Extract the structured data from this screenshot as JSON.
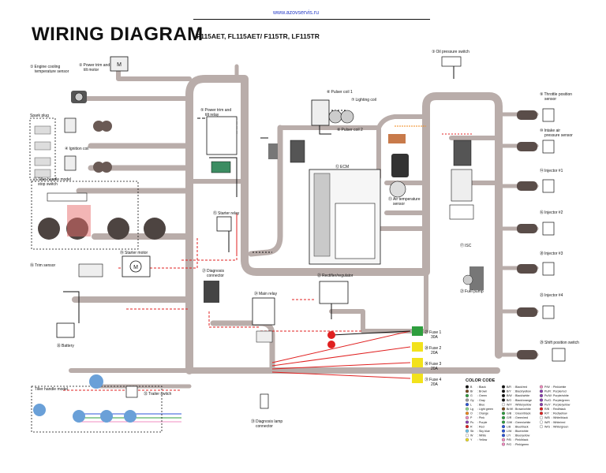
{
  "url": "www.azovservis.ru",
  "title": "WIRING DIAGRAM",
  "models": "F115AET, FL115AET/ F115TR, LF115TR",
  "components": {
    "engine_cooling": {
      "num": "①",
      "text": [
        "Engine cooling",
        "temperature sensor"
      ]
    },
    "trim_motor": {
      "num": "②",
      "text": [
        "Power trim and",
        "tilt motor"
      ]
    },
    "oil_pressure": {
      "num": "③",
      "text": [
        "Oil pressure switch"
      ]
    },
    "spark_plug": {
      "text": [
        "Spark plug"
      ]
    },
    "ignition_coil": {
      "num": "④",
      "text": [
        "Ignition coil"
      ]
    },
    "trim_relay": {
      "num": "⑤",
      "text": [
        "Power trim and",
        "tilt relay"
      ]
    },
    "pulser_coil1": {
      "num": "⑥",
      "text": [
        "Pulser coil 1"
      ]
    },
    "lighting_coil": {
      "num": "⑦",
      "text": [
        "Lighting coil"
      ]
    },
    "pulser_coil2": {
      "num": "⑧",
      "text": [
        "Pulser coil 2"
      ]
    },
    "throttle_sensor": {
      "num": "⑨",
      "text": [
        "Throttle position",
        "sensor"
      ]
    },
    "intake_sensor": {
      "num": "⑩",
      "text": [
        "Intake air",
        "pressure sensor"
      ]
    },
    "tiller_stop": {
      "num": "⑪",
      "text": [
        "Tiller handle model",
        "stop switch"
      ]
    },
    "ecm": {
      "num": "⑫",
      "text": [
        "ECM"
      ]
    },
    "air_temp": {
      "num": "⑬",
      "text": [
        "Air temperature",
        "sensor"
      ]
    },
    "injector1": {
      "num": "⑭",
      "text": [
        "Injector #1"
      ]
    },
    "starter_relay": {
      "num": "⑮",
      "text": [
        "Starter relay"
      ]
    },
    "injector2": {
      "num": "⑯",
      "text": [
        "Injector #2"
      ]
    },
    "isc": {
      "num": "⑰",
      "text": [
        "ISC"
      ]
    },
    "trim_sensor": {
      "num": "⑱",
      "text": [
        "Trim sensor"
      ]
    },
    "starter_motor": {
      "num": "⑲",
      "text": [
        "Starter motor"
      ]
    },
    "injector3": {
      "num": "⑳",
      "text": [
        "Injector #3"
      ]
    },
    "diagnosis_conn": {
      "num": "㉑",
      "text": [
        "Diagnosis",
        "connector"
      ]
    },
    "rectifier": {
      "num": "㉒",
      "text": [
        "Rectifier/regulator"
      ]
    },
    "fuel_pump": {
      "num": "㉓",
      "text": [
        "Fuel pump"
      ]
    },
    "main_relay": {
      "num": "㉔",
      "text": [
        "Main relay"
      ]
    },
    "injector4": {
      "num": "㉕",
      "text": [
        "Injector #4"
      ]
    },
    "battery": {
      "num": "㉖",
      "text": [
        "Battery"
      ]
    },
    "fuse1": {
      "num": "㉗",
      "text": [
        "Fuse 1",
        "30A"
      ]
    },
    "fuse2": {
      "num": "㉘",
      "text": [
        "Fuse 2",
        "20A"
      ]
    },
    "shift_switch": {
      "num": "㉙",
      "text": [
        "Shift position switch"
      ]
    },
    "fuse3": {
      "num": "㉚",
      "text": [
        "Fuse 3",
        "20A"
      ]
    },
    "fuse4": {
      "num": "㉛",
      "text": [
        "Fuse 4",
        "20A"
      ]
    },
    "tiller_model": {
      "text": [
        "Tiller handle model"
      ]
    },
    "trailer_switch": {
      "num": "㉜",
      "text": [
        "Trailer switch"
      ]
    },
    "diag_lamp": {
      "num": "㉝",
      "text": [
        "Diagnosis lamp",
        "connector"
      ]
    }
  },
  "color_code": {
    "title": "COLOR CODE",
    "col1": [
      {
        "code": "B",
        "name": "Black",
        "color": "#111111"
      },
      {
        "code": "Br",
        "name": "Brown",
        "color": "#7a4a1e"
      },
      {
        "code": "G",
        "name": "Green",
        "color": "#2e9e3e"
      },
      {
        "code": "Gy",
        "name": "Gray",
        "color": "#9a9a9a"
      },
      {
        "code": "L",
        "name": "Blue",
        "color": "#2b55d8"
      },
      {
        "code": "Lg",
        "name": "Light green",
        "color": "#8fd88a"
      },
      {
        "code": "O",
        "name": "Orange",
        "color": "#f08a1c"
      },
      {
        "code": "P",
        "name": "Pink",
        "color": "#f28cc0"
      },
      {
        "code": "Pu",
        "name": "Purple",
        "color": "#8a3fb0"
      },
      {
        "code": "R",
        "name": "Red",
        "color": "#e02020"
      },
      {
        "code": "Sb",
        "name": "Sky blue",
        "color": "#6cc6ee"
      },
      {
        "code": "W",
        "name": "White",
        "color": "#ffffff"
      },
      {
        "code": "Y",
        "name": "Yellow",
        "color": "#f2e21c"
      }
    ],
    "col2": [
      {
        "code": "B/R",
        "name": "Black/red",
        "color": "#111111"
      },
      {
        "code": "B/Y",
        "name": "Black/yellow",
        "color": "#111111"
      },
      {
        "code": "B/W",
        "name": "Black/white",
        "color": "#111111"
      },
      {
        "code": "B/O",
        "name": "Black/orange",
        "color": "#111111"
      },
      {
        "code": "W/Y",
        "name": "White/yellow",
        "color": "#ffffff"
      },
      {
        "code": "Br/W",
        "name": "Brown/white",
        "color": "#7a4a1e"
      },
      {
        "code": "G/B",
        "name": "Green/black",
        "color": "#2e9e3e"
      },
      {
        "code": "G/R",
        "name": "Green/red",
        "color": "#2e9e3e"
      },
      {
        "code": "G/W",
        "name": "Green/white",
        "color": "#2e9e3e"
      },
      {
        "code": "L/B",
        "name": "Blue/black",
        "color": "#2b55d8"
      },
      {
        "code": "L/W",
        "name": "Blue/white",
        "color": "#2b55d8"
      },
      {
        "code": "L/Y",
        "name": "Blue/yellow",
        "color": "#2b55d8"
      },
      {
        "code": "P/B",
        "name": "Pink/black",
        "color": "#f28cc0"
      },
      {
        "code": "P/G",
        "name": "Pink/green",
        "color": "#f28cc0"
      }
    ],
    "col3": [
      {
        "code": "P/W",
        "name": "Pink/white",
        "color": "#f28cc0"
      },
      {
        "code": "Pu/R",
        "name": "Purple/red",
        "color": "#8a3fb0"
      },
      {
        "code": "Pu/W",
        "name": "Purple/white",
        "color": "#8a3fb0"
      },
      {
        "code": "Pu/G",
        "name": "Purple/green",
        "color": "#8a3fb0"
      },
      {
        "code": "Pu/Y",
        "name": "Purple/yellow",
        "color": "#8a3fb0"
      },
      {
        "code": "R/B",
        "name": "Red/black",
        "color": "#e02020"
      },
      {
        "code": "R/Y",
        "name": "Red/yellow",
        "color": "#e02020"
      },
      {
        "code": "W/B",
        "name": "White/black",
        "color": "#ffffff"
      },
      {
        "code": "W/R",
        "name": "White/red",
        "color": "#ffffff"
      },
      {
        "code": "W/G",
        "name": "White/green",
        "color": "#ffffff"
      }
    ]
  }
}
